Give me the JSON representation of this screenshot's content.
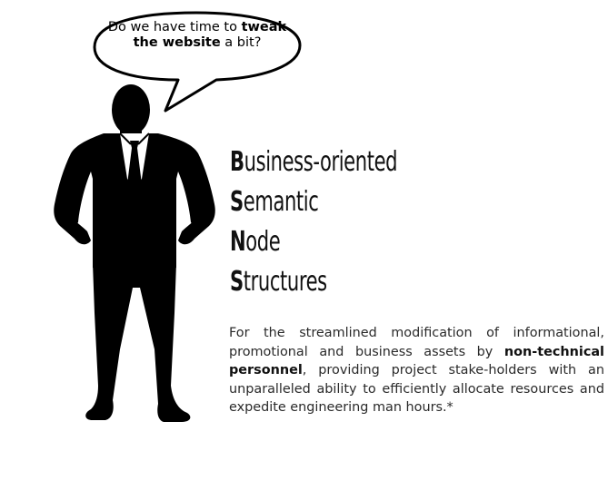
{
  "speech_bubble": {
    "text_before": "Do we have time to ",
    "text_bold": "tweak the website",
    "text_after": " a bit?"
  },
  "acronym": [
    {
      "initial": "B",
      "rest": "usiness-oriented"
    },
    {
      "initial": "S",
      "rest": "emantic"
    },
    {
      "initial": "N",
      "rest": "ode"
    },
    {
      "initial": "S",
      "rest": "tructures"
    }
  ],
  "description": {
    "part1": "For the streamlined modification of informational, promotional and business assets by ",
    "bold": "non-technical personnel",
    "part2": ", providing project stake-holders with an unparalleled ability to efficiently allocate resources and expedite engineering man hours.*"
  }
}
